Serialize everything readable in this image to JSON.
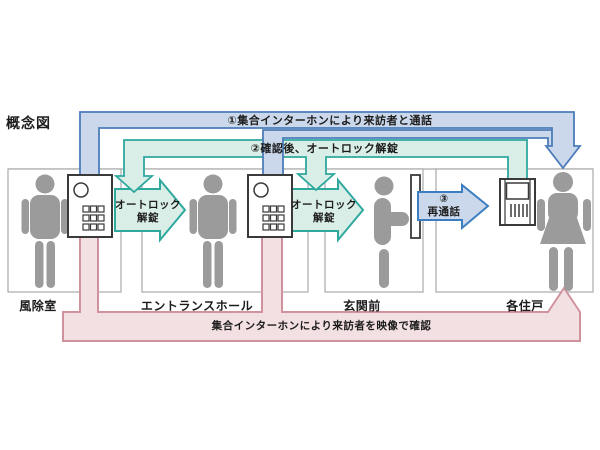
{
  "title": "概念図",
  "flows": {
    "call": {
      "label": "①集合インターホンにより来訪者と通話"
    },
    "unlock": {
      "label": "②確認後、オートロック解錠"
    },
    "autolock1": {
      "line1": "オートロック",
      "line2": "解錠"
    },
    "autolock2": {
      "line1": "オートロック",
      "line2": "解錠"
    },
    "recall": {
      "step": "③",
      "label": "再通話"
    },
    "video": {
      "label": "集合インターホンにより来訪者を映像で確認"
    }
  },
  "areas": [
    {
      "label": "風除室"
    },
    {
      "label": "エントランスホール"
    },
    {
      "label": "玄関前"
    },
    {
      "label": "各住戸"
    }
  ],
  "colors": {
    "call_blue_border": "#4d7cba",
    "call_blue_fill": "#cbd8ec",
    "unlock_teal_border": "#2fa89e",
    "unlock_teal_fill": "#daeee8",
    "video_pink_border": "#d0939e",
    "video_pink_fill": "#f3e0e3",
    "silhouette_gray": "#9b9b9b",
    "box_border_gray": "#a9a9a9",
    "device_border": "#3a3a3a"
  },
  "icons": {
    "visitor": "person-silhouette",
    "resident": "person-silhouette-female",
    "entrance_intercom": "intercom-keypad-panel",
    "room_monitor": "intercom-monitor-unit",
    "door": "door-panel"
  }
}
